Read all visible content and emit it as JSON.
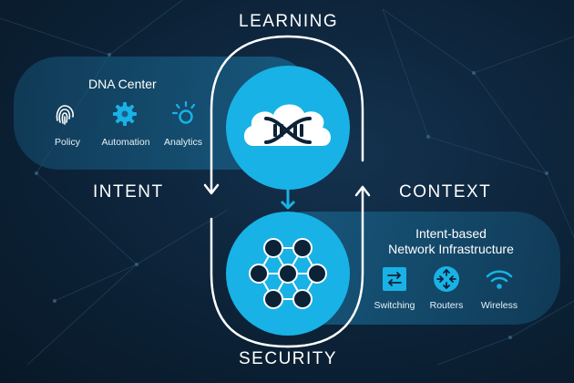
{
  "headings": {
    "top": "LEARNING",
    "left": "INTENT",
    "right": "CONTEXT",
    "bottom": "SECURITY"
  },
  "dna_center": {
    "title": "DNA Center",
    "items": [
      {
        "label": "Policy",
        "icon": "fingerprint-icon"
      },
      {
        "label": "Automation",
        "icon": "gear-icon"
      },
      {
        "label": "Analytics",
        "icon": "analytics-icon"
      }
    ]
  },
  "infrastructure": {
    "title_line1": "Intent-based",
    "title_line2": "Network Infrastructure",
    "items": [
      {
        "label": "Switching",
        "icon": "switch-icon"
      },
      {
        "label": "Routers",
        "icon": "router-icon"
      },
      {
        "label": "Wireless",
        "icon": "wifi-icon"
      }
    ]
  },
  "colors": {
    "accent": "#18b2e6",
    "background": "#0c2237",
    "panel": "#186087"
  }
}
